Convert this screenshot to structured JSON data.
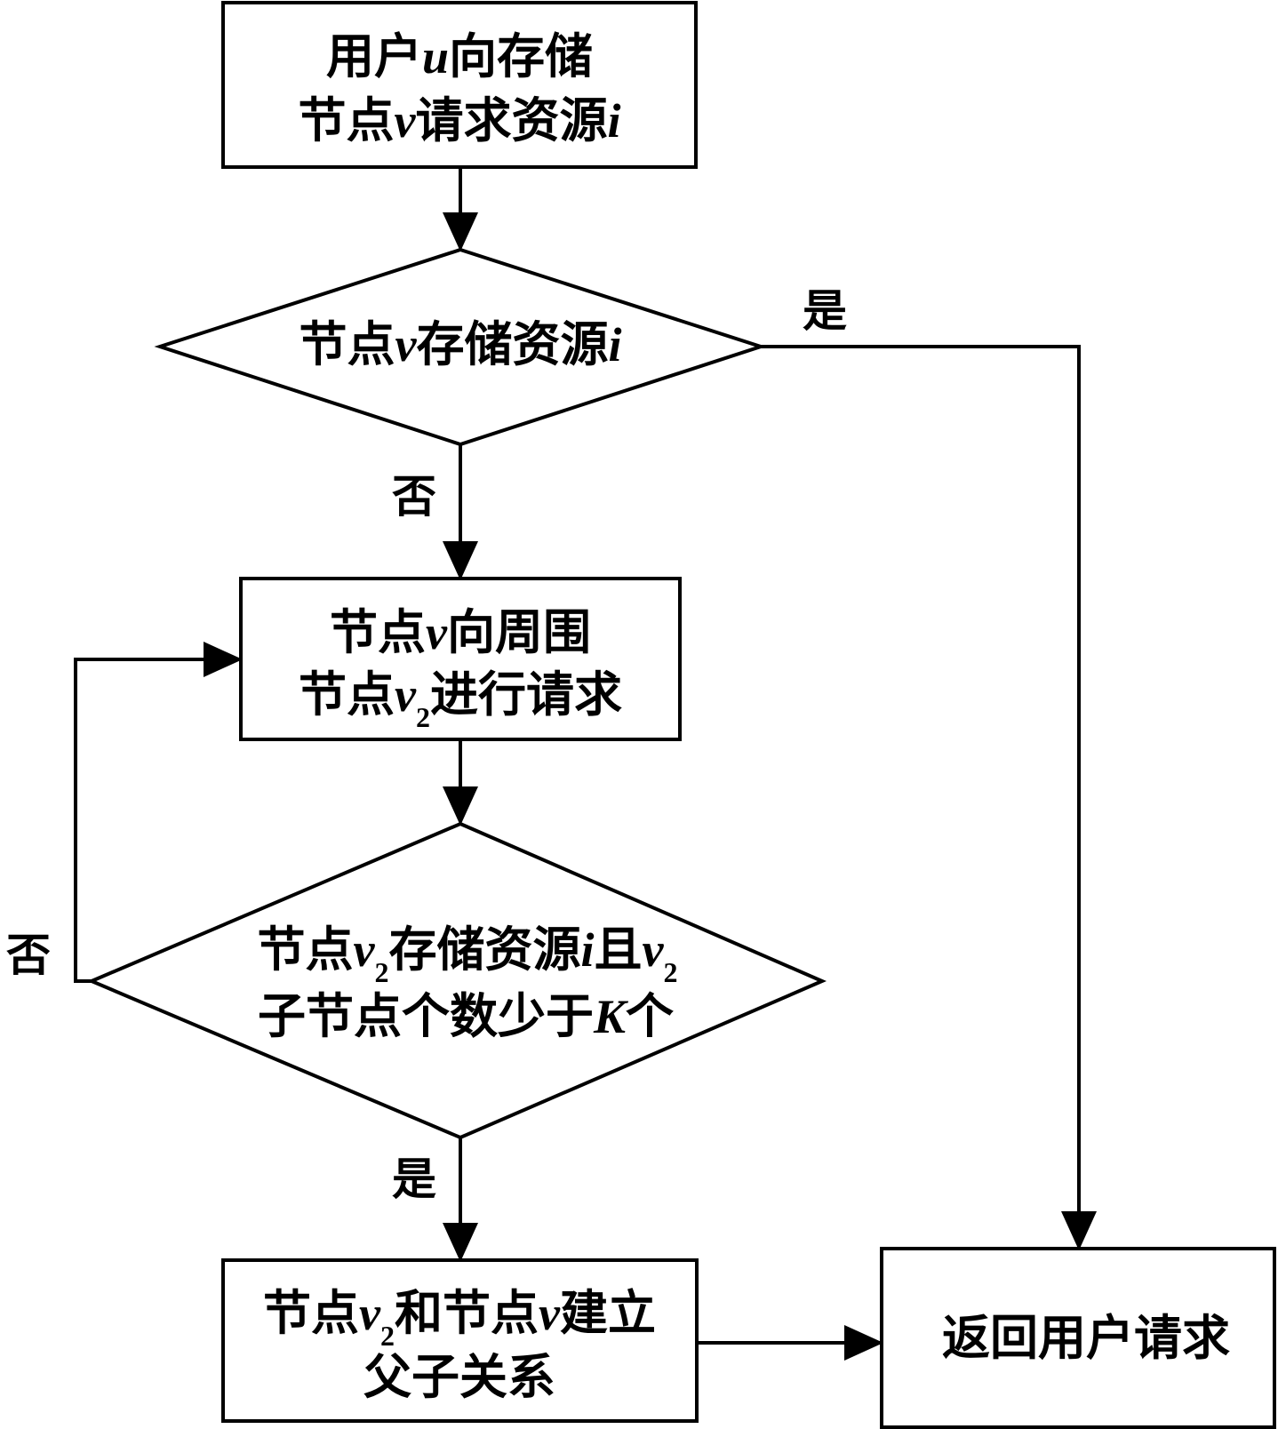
{
  "nodes": {
    "start": {
      "line1": [
        "用户",
        "u",
        "向存储"
      ],
      "line2": [
        "节点",
        "v",
        "请求资源",
        "i"
      ]
    },
    "decision1": {
      "line1": [
        "节点",
        "v",
        "存储资源",
        "i"
      ]
    },
    "request_neighbors": {
      "line1": [
        "节点",
        "v",
        "向周围"
      ],
      "line2": [
        "节点",
        "v",
        "2",
        "进行请求"
      ]
    },
    "decision2": {
      "line1": [
        "节点",
        "v",
        "2",
        "存储资源",
        "i",
        "且",
        "v",
        "2"
      ],
      "line2": [
        "子节点个数少于",
        "K",
        "个"
      ]
    },
    "establish": {
      "line1": [
        "节点",
        "v",
        "2",
        "和节点",
        "v",
        "建立"
      ],
      "line2": [
        "父子关系"
      ]
    },
    "return": {
      "line1": [
        "返回用户请求"
      ]
    }
  },
  "edge_labels": {
    "d1_yes": "是",
    "d1_no": "否",
    "d2_no": "否",
    "d2_yes": "是"
  }
}
